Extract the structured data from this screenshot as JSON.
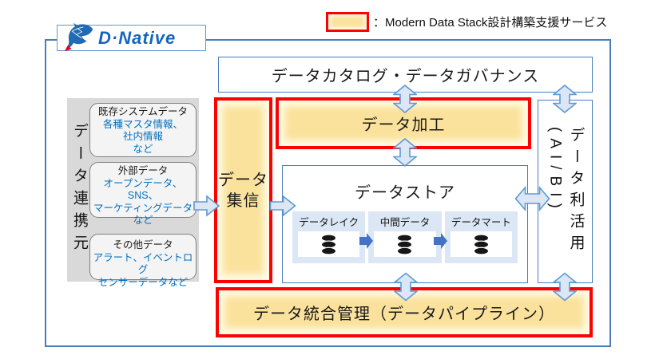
{
  "legend": {
    "label": "：Modern Data Stack設計構築支援サービス"
  },
  "logo": {
    "text": "D·Native"
  },
  "catalog": {
    "label": "データカタログ・データガバナンス"
  },
  "sources": {
    "group_label": "データ連携元",
    "items": [
      {
        "title": "既存システムデータ",
        "lines": [
          "各種マスタ情報、",
          "社内情報",
          "など"
        ]
      },
      {
        "title": "外部データ",
        "lines": [
          "オープンデータ、SNS、",
          "マーケティングデータ",
          "など"
        ]
      },
      {
        "title": "その他データ",
        "lines": [
          "アラート、イベントログ",
          "センサーデータなど"
        ]
      }
    ]
  },
  "collection": {
    "label_line1": "データ",
    "label_line2": "集信"
  },
  "processing": {
    "label": "データ加工"
  },
  "datastore": {
    "title": "データストア",
    "stages": [
      {
        "label": "データレイク"
      },
      {
        "label": "中間データ"
      },
      {
        "label": "データマート"
      }
    ]
  },
  "utilization": {
    "label": "データ利活用",
    "sub": "(AI/BI)"
  },
  "pipeline": {
    "label": "データ統合管理（データパイプライン）"
  },
  "icons": {
    "logo_mark": "dolphin-icon",
    "storage": "database-cylinder-icon",
    "flow_single": "arrow-right-icon",
    "flow_double_vertical": "double-arrow-vertical-icon",
    "flow_double_horizontal": "double-arrow-horizontal-icon"
  },
  "colors": {
    "accent_red": "#fe0000",
    "highlight_yellow": "#fbe29c",
    "highlight_glow": "#fffbe6",
    "box_border_blue": "#4a7ebb",
    "inner_border_blue": "#5b9bd5",
    "arrow_fill": "#dce6f5",
    "arrow_border": "#5b9bd5",
    "solid_arrow_blue": "#4472c4",
    "info_text_blue": "#0070c0",
    "panel_gray": "#d9d9d9",
    "logo_blue": "#1565bd"
  }
}
